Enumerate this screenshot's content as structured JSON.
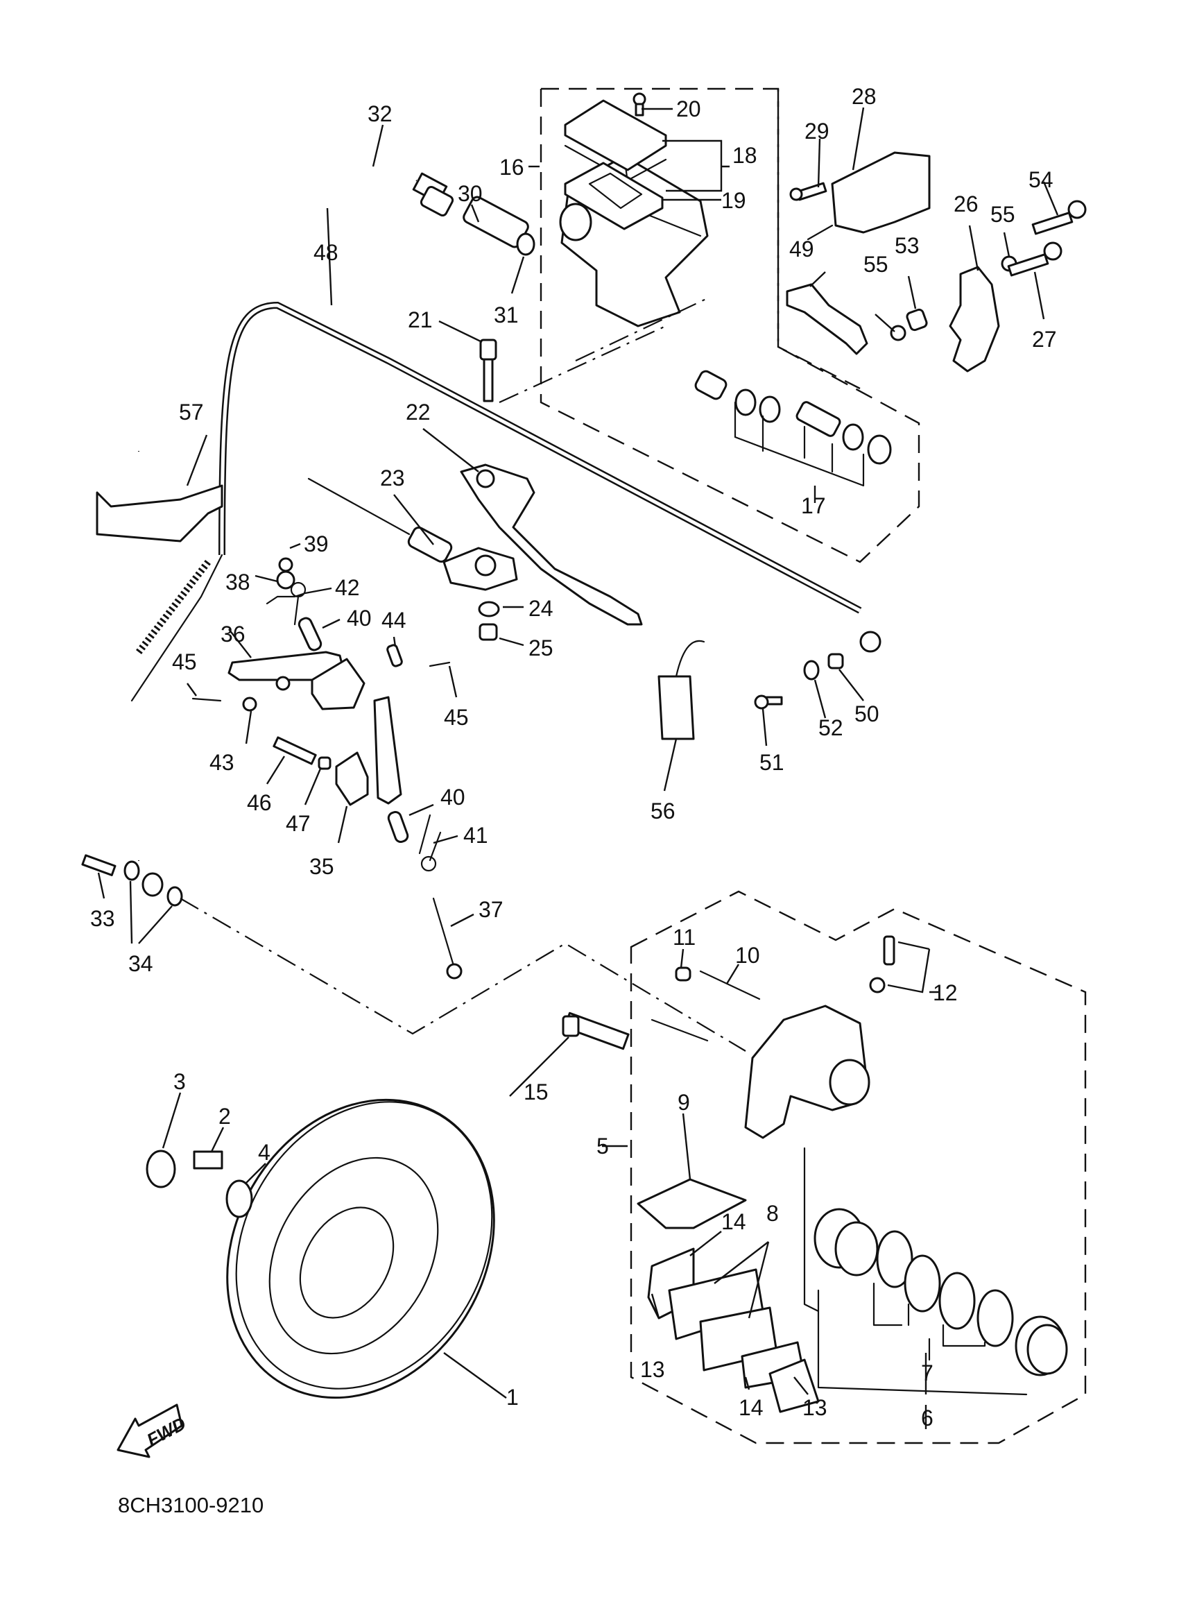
{
  "diagram": {
    "title": "Rear brake / master cylinder exploded parts diagram",
    "drawing_code": "8CH3100-9210",
    "direction_indicator": "FWD",
    "callouts": [
      {
        "id": "c1",
        "label": "1"
      },
      {
        "id": "c2",
        "label": "2"
      },
      {
        "id": "c3",
        "label": "3"
      },
      {
        "id": "c4",
        "label": "4"
      },
      {
        "id": "c5",
        "label": "5"
      },
      {
        "id": "c6",
        "label": "6"
      },
      {
        "id": "c7",
        "label": "7"
      },
      {
        "id": "c8",
        "label": "8"
      },
      {
        "id": "c9",
        "label": "9"
      },
      {
        "id": "c10",
        "label": "10"
      },
      {
        "id": "c11",
        "label": "11"
      },
      {
        "id": "c12",
        "label": "12"
      },
      {
        "id": "c13a",
        "label": "13"
      },
      {
        "id": "c13b",
        "label": "13"
      },
      {
        "id": "c14a",
        "label": "14"
      },
      {
        "id": "c14b",
        "label": "14"
      },
      {
        "id": "c15",
        "label": "15"
      },
      {
        "id": "c16",
        "label": "16"
      },
      {
        "id": "c17",
        "label": "17"
      },
      {
        "id": "c18",
        "label": "18"
      },
      {
        "id": "c19",
        "label": "19"
      },
      {
        "id": "c20",
        "label": "20"
      },
      {
        "id": "c21",
        "label": "21"
      },
      {
        "id": "c22",
        "label": "22"
      },
      {
        "id": "c23",
        "label": "23"
      },
      {
        "id": "c24",
        "label": "24"
      },
      {
        "id": "c25",
        "label": "25"
      },
      {
        "id": "c26",
        "label": "26"
      },
      {
        "id": "c27",
        "label": "27"
      },
      {
        "id": "c28",
        "label": "28"
      },
      {
        "id": "c29",
        "label": "29"
      },
      {
        "id": "c30",
        "label": "30"
      },
      {
        "id": "c31",
        "label": "31"
      },
      {
        "id": "c32",
        "label": "32"
      },
      {
        "id": "c33",
        "label": "33"
      },
      {
        "id": "c34",
        "label": "34"
      },
      {
        "id": "c35",
        "label": "35"
      },
      {
        "id": "c36",
        "label": "36"
      },
      {
        "id": "c37",
        "label": "37"
      },
      {
        "id": "c38",
        "label": "38"
      },
      {
        "id": "c39",
        "label": "39"
      },
      {
        "id": "c40a",
        "label": "40"
      },
      {
        "id": "c40b",
        "label": "40"
      },
      {
        "id": "c41",
        "label": "41"
      },
      {
        "id": "c42",
        "label": "42"
      },
      {
        "id": "c43",
        "label": "43"
      },
      {
        "id": "c44",
        "label": "44"
      },
      {
        "id": "c45a",
        "label": "45"
      },
      {
        "id": "c45b",
        "label": "45"
      },
      {
        "id": "c46",
        "label": "46"
      },
      {
        "id": "c47",
        "label": "47"
      },
      {
        "id": "c48",
        "label": "48"
      },
      {
        "id": "c49",
        "label": "49"
      },
      {
        "id": "c50",
        "label": "50"
      },
      {
        "id": "c51",
        "label": "51"
      },
      {
        "id": "c52",
        "label": "52"
      },
      {
        "id": "c53",
        "label": "53"
      },
      {
        "id": "c54",
        "label": "54"
      },
      {
        "id": "c55a",
        "label": "55"
      },
      {
        "id": "c55b",
        "label": "55"
      },
      {
        "id": "c56",
        "label": "56"
      },
      {
        "id": "c57",
        "label": "57"
      }
    ]
  }
}
